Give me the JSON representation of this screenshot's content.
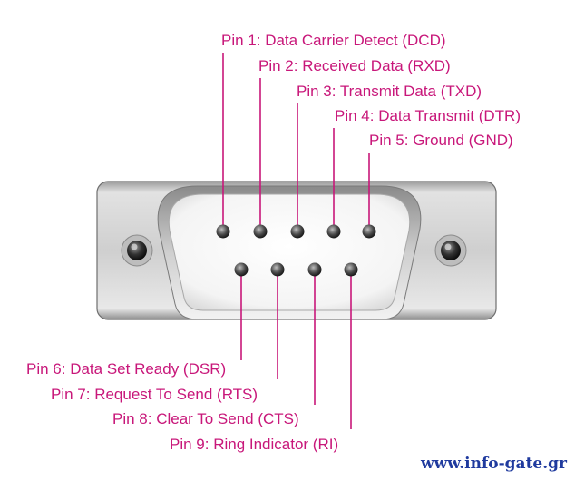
{
  "pins_top": [
    {
      "label": "Pin 1: Data Carrier Detect (DCD)"
    },
    {
      "label": "Pin 2: Received Data (RXD)"
    },
    {
      "label": "Pin 3: Transmit Data (TXD)"
    },
    {
      "label": "Pin 4: Data Transmit (DTR)"
    },
    {
      "label": "Pin 5: Ground (GND)"
    }
  ],
  "pins_bottom": [
    {
      "label": "Pin 6: Data Set Ready (DSR)"
    },
    {
      "label": "Pin 7: Request To Send (RTS)"
    },
    {
      "label": "Pin 8: Clear To Send (CTS)"
    },
    {
      "label": "Pin 9: Ring Indicator (RI)"
    }
  ],
  "watermark": "www.info-gate.gr",
  "colors": {
    "label": "#c8177a",
    "watermark": "#1f3a9e",
    "shell": "#d4d4d4"
  }
}
